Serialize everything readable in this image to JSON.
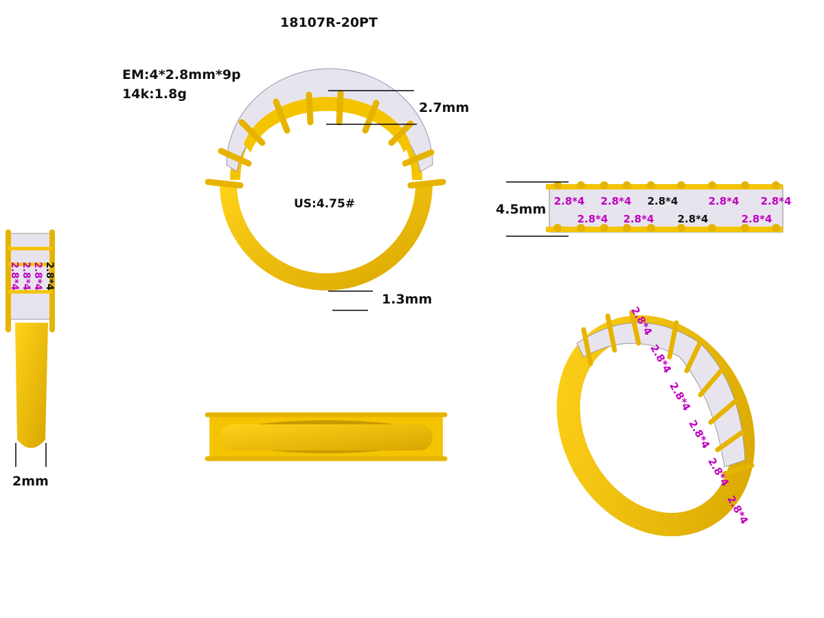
{
  "title": "18107R-20PT",
  "specs": {
    "stones": "EM:4*2.8mm*9p",
    "metal": "14k:1.8g"
  },
  "dimensions": {
    "stone_height": "2.7mm",
    "ring_size": "US:4.75#",
    "band_thickness": "1.3mm",
    "width": "4.5mm",
    "band_width": "2mm"
  },
  "stone_label": "2.8*4",
  "colors": {
    "gold": "#F5C400",
    "gold_shade": "#C99A00",
    "stone": "#E8E4EE",
    "stone_label": "#C000C0",
    "line": "#000000"
  }
}
